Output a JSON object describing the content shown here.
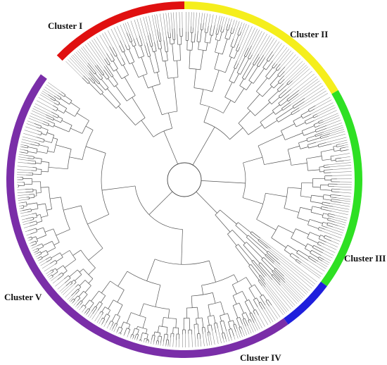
{
  "figure": {
    "type": "circular-phylogenetic-tree",
    "background": "#ffffff"
  },
  "clusters": [
    {
      "id": "I",
      "label": "Cluster I",
      "color": "#e01010",
      "share": 0.13
    },
    {
      "id": "II",
      "label": "Cluster II",
      "color": "#f5ee1c",
      "share": 0.17
    },
    {
      "id": "III",
      "label": "Cluster III",
      "color": "#2ee023",
      "share": 0.19
    },
    {
      "id": "IV",
      "label": "Cluster IV",
      "color": "#1f1fdc",
      "share": 0.05
    },
    {
      "id": "V",
      "label": "Cluster V",
      "color": "#7a2ea8",
      "share": 0.46
    }
  ]
}
